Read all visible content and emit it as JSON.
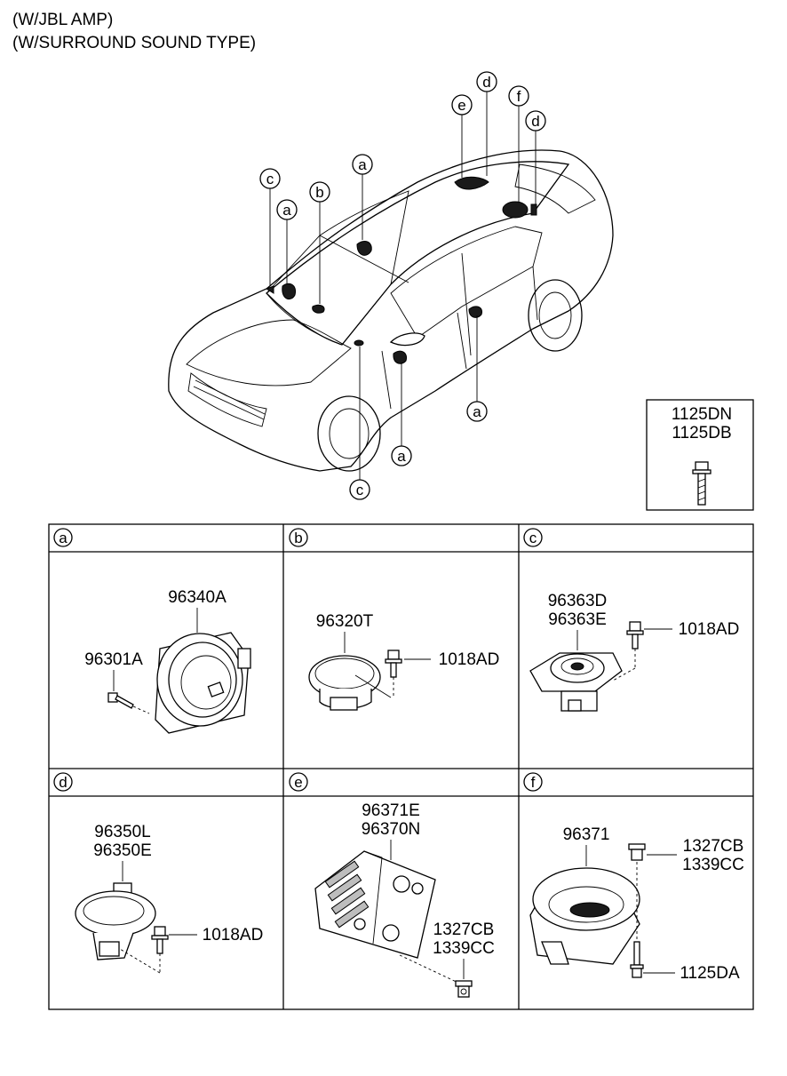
{
  "header": {
    "line1": "(W/JBL AMP)",
    "line2": "(W/SURROUND SOUND TYPE)"
  },
  "overview_callouts": {
    "c_top": "c",
    "a_top_left": "a",
    "b_top": "b",
    "a_top": "a",
    "e_top": "e",
    "d_top": "d",
    "f_top": "f",
    "d_top_right": "d",
    "a_right": "a",
    "a_bottom": "a",
    "c_bottom": "c"
  },
  "bolt_box": {
    "part1": "1125DN",
    "part2": "1125DB"
  },
  "panels": {
    "a": {
      "letter": "a",
      "part_main": "96340A",
      "part_screw": "96301A"
    },
    "b": {
      "letter": "b",
      "part_main": "96320T",
      "part_screw": "1018AD"
    },
    "c": {
      "letter": "c",
      "part_main1": "96363D",
      "part_main2": "96363E",
      "part_screw": "1018AD"
    },
    "d": {
      "letter": "d",
      "part_main1": "96350L",
      "part_main2": "96350E",
      "part_screw": "1018AD"
    },
    "e": {
      "letter": "e",
      "part_main1": "96371E",
      "part_main2": "96370N",
      "part_nut1": "1327CB",
      "part_nut2": "1339CC"
    },
    "f": {
      "letter": "f",
      "part_main": "96371",
      "part_nut1": "1327CB",
      "part_nut2": "1339CC",
      "part_bolt": "1125DA"
    }
  }
}
